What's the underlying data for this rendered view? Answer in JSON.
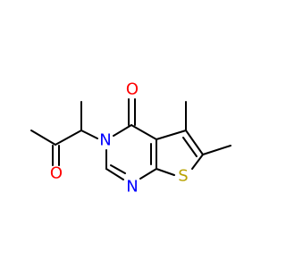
{
  "molecule": {
    "atom_labels": {
      "carbonyl_oxygen": "O",
      "ketone_oxygen": "O",
      "ring_nitrogen_n3": "N",
      "ring_nitrogen_n1": "N",
      "thiophene_sulfur": "S"
    },
    "colors": {
      "bond": "#000000",
      "oxygen": "#ff0000",
      "nitrogen": "#0000ff",
      "sulfur": "#b8a200"
    }
  }
}
